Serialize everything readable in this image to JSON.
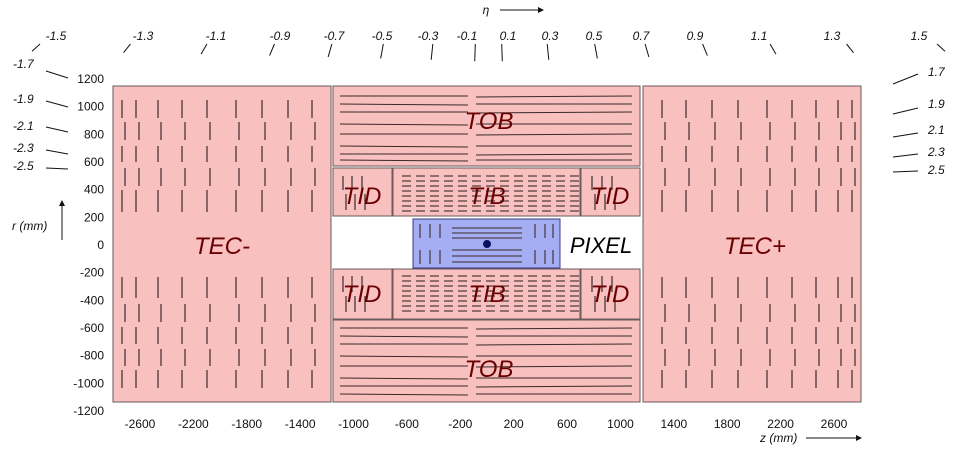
{
  "diagram": {
    "eta_symbol": "η",
    "r_axis_title": "r (mm)",
    "z_axis_title": "z (mm)",
    "colors": {
      "strip_fill": "#f9c0c0",
      "pixel_fill": "#a6aef3",
      "region_label": "#6a0000",
      "module_line": "#3a2a2a"
    },
    "regions": {
      "tec_minus": "TEC-",
      "tec_plus": "TEC+",
      "tob_top": "TOB",
      "tob_bottom": "TOB",
      "tib_top": "TIB",
      "tib_bottom": "TIB",
      "tid_top_left": "TID",
      "tid_top_right": "TID",
      "tid_bottom_left": "TID",
      "tid_bottom_right": "TID",
      "pixel": "PIXEL"
    },
    "eta_top": [
      "-1.5",
      "-1.3",
      "-1.1",
      "-0.9",
      "-0.7",
      "-0.5",
      "-0.3",
      "-0.1",
      "0.1",
      "0.3",
      "0.5",
      "0.7",
      "0.9",
      "1.1",
      "1.3",
      "1.5"
    ],
    "eta_left": [
      "-1.7",
      "-1.9",
      "-2.1",
      "-2.3",
      "-2.5"
    ],
    "eta_right": [
      "1.7",
      "1.9",
      "2.1",
      "2.3",
      "2.5"
    ],
    "r_ticks": [
      "1200",
      "1000",
      "800",
      "600",
      "400",
      "200",
      "0",
      "-200",
      "-400",
      "-600",
      "-800",
      "-1000",
      "-1200"
    ],
    "z_ticks": [
      "-2600",
      "-2200",
      "-1800",
      "-1400",
      "-1000",
      "-600",
      "-200",
      "200",
      "600",
      "1000",
      "1400",
      "1800",
      "2200",
      "2600"
    ]
  }
}
